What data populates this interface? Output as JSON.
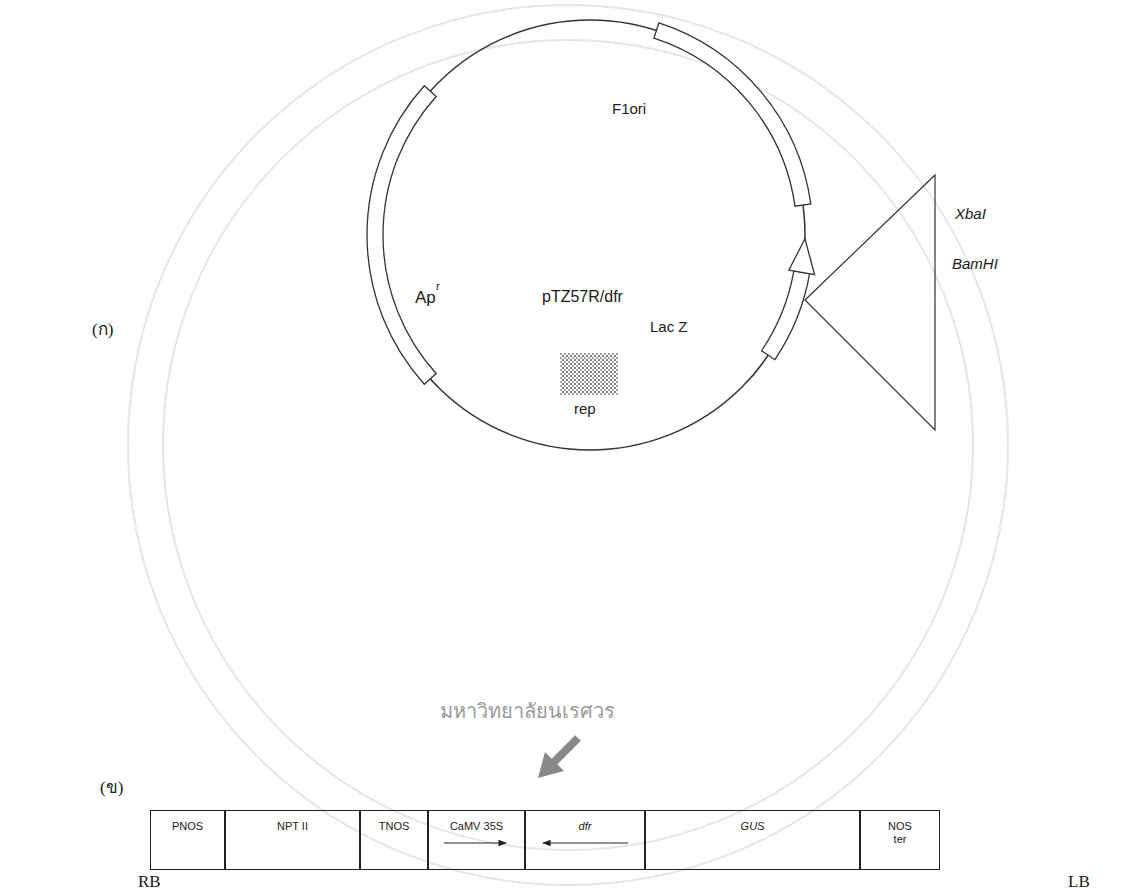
{
  "diagram": {
    "nodes": [
      {
        "text": [
          "PNOS"
        ]
      },
      {
        "text": [
          "NPT II"
        ]
      },
      {
        "text": [
          "TNOS"
        ]
      },
      {
        "text": [
          "CaMV 35S"
        ]
      },
      {
        "text": [
          "dfr"
        ]
      },
      {
        "text": [
          "GUS"
        ]
      },
      {
        "text": [
          "NOS ter"
        ]
      }
    ],
    "labels": [
      "(ก)",
      "F1ori",
      "Ap",
      "r",
      "pTZ57R/dfr",
      "Lac Z",
      "rep",
      "XbaI",
      "BamHI",
      "(ข)",
      "RB",
      "LB",
      "มหาวิทยาลัยนเรศวร"
    ]
  }
}
